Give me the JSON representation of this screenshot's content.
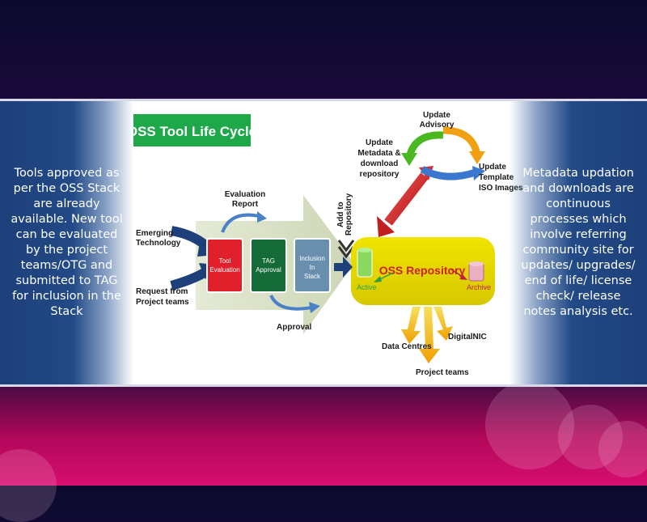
{
  "left_text": "Tools approved as per the OSS Stack are already available. New tool can be evaluated by the project teams/OTG and submitted to TAG for inclusion in the Stack",
  "right_text": "Metadata updation and downloads are continuous processes which involve referring community site for updates/ upgrades/ end of life/ license check/ release notes analysis etc.",
  "diagram": {
    "title": "OSS Tool Life Cycle",
    "inputs": {
      "emerging": [
        "Emerging",
        "Technology"
      ],
      "request": [
        "Request from",
        "Project teams"
      ]
    },
    "evaluation_report": [
      "Evaluation",
      "Report"
    ],
    "approval": "Approval",
    "add_to_repository": [
      "Add to",
      "Repository"
    ],
    "boxes": {
      "tool_evaluation": [
        "Tool",
        "Evaluation"
      ],
      "tag_approval": [
        "TAG",
        "Approval"
      ],
      "inclusion": [
        "Inclusion",
        "In",
        "Stack"
      ]
    },
    "repository": {
      "label": "OSS Repository",
      "active": "Active",
      "archive": "Archive"
    },
    "cycle": {
      "advisory": [
        "Update",
        "Advisory"
      ],
      "metadata": [
        "Update",
        "Metadata &",
        "download",
        "repository"
      ],
      "template": [
        "Update",
        "Template",
        "ISO Images"
      ]
    },
    "outputs": {
      "data_centres": "Data Centres",
      "digitalnic": "DigitalNIC",
      "project_teams": "Project teams"
    }
  },
  "colors": {
    "title_green": "#1ea84a",
    "tool_eval_red": "#e0202a",
    "tag_green": "#156b38",
    "inclusion_blue": "#6a8fae",
    "repo_yellow": "#e8d800",
    "side_blue": "#224a86"
  }
}
